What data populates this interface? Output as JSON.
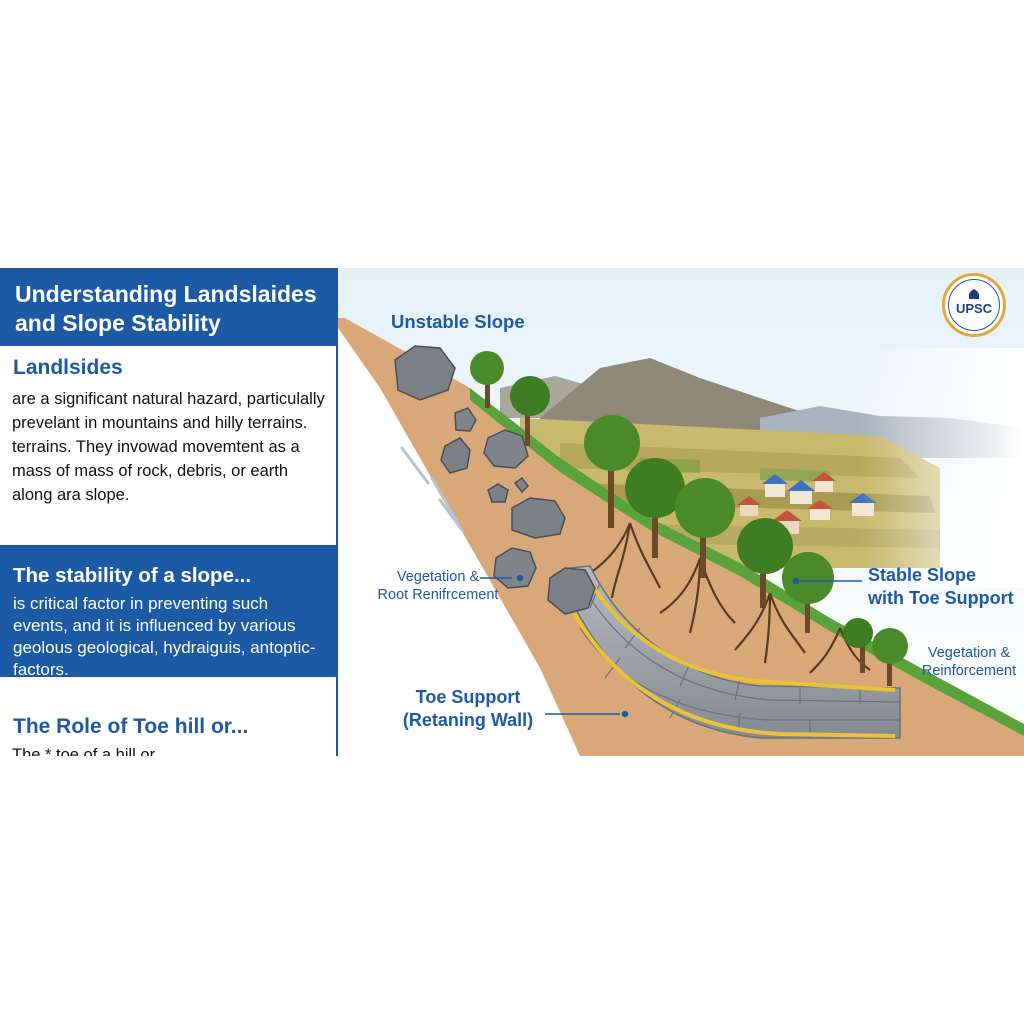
{
  "panel": {
    "title": "Understanding Landslaides and Slope Stability",
    "landslides": {
      "heading": "Landlsides",
      "body": "are a significant natural hazard, particulally\nprevelant in mountains and hilly terrains.\nterrains. They invowad movemtent as a\nmass of mass of rock, debris, or earth\nalong ara slope."
    },
    "stability": {
      "heading": "The stability of a slope...",
      "body": "is critical factor in preventing such\nevents, and it is influenced by various\ngeolous geological, hydraiguis, antoptic-\nfactors."
    },
    "toe": {
      "heading": "The Role of Toe hill or...",
      "body": "The * toe of a hill or"
    }
  },
  "labels": {
    "unstable_slope": "Unstable Slope",
    "vegetation_root": "Vegetation &\nRoot Renifrcement",
    "stable_slope": "Stable Slope\nwith Toe Support",
    "vegetation_reinforcement": "Vegetation &\nReinforcement",
    "toe_support": "Toe Support\n(Retaning Wall)"
  },
  "badge": {
    "text": "UPSC"
  },
  "colors": {
    "brand_blue": "#1d5aa6",
    "badge_gold": "#e0a93a",
    "soil": "#d9a878",
    "grass": "#5aa23a",
    "wall_stone": "#9aa0a6",
    "drain_yellow": "#e9c235"
  }
}
